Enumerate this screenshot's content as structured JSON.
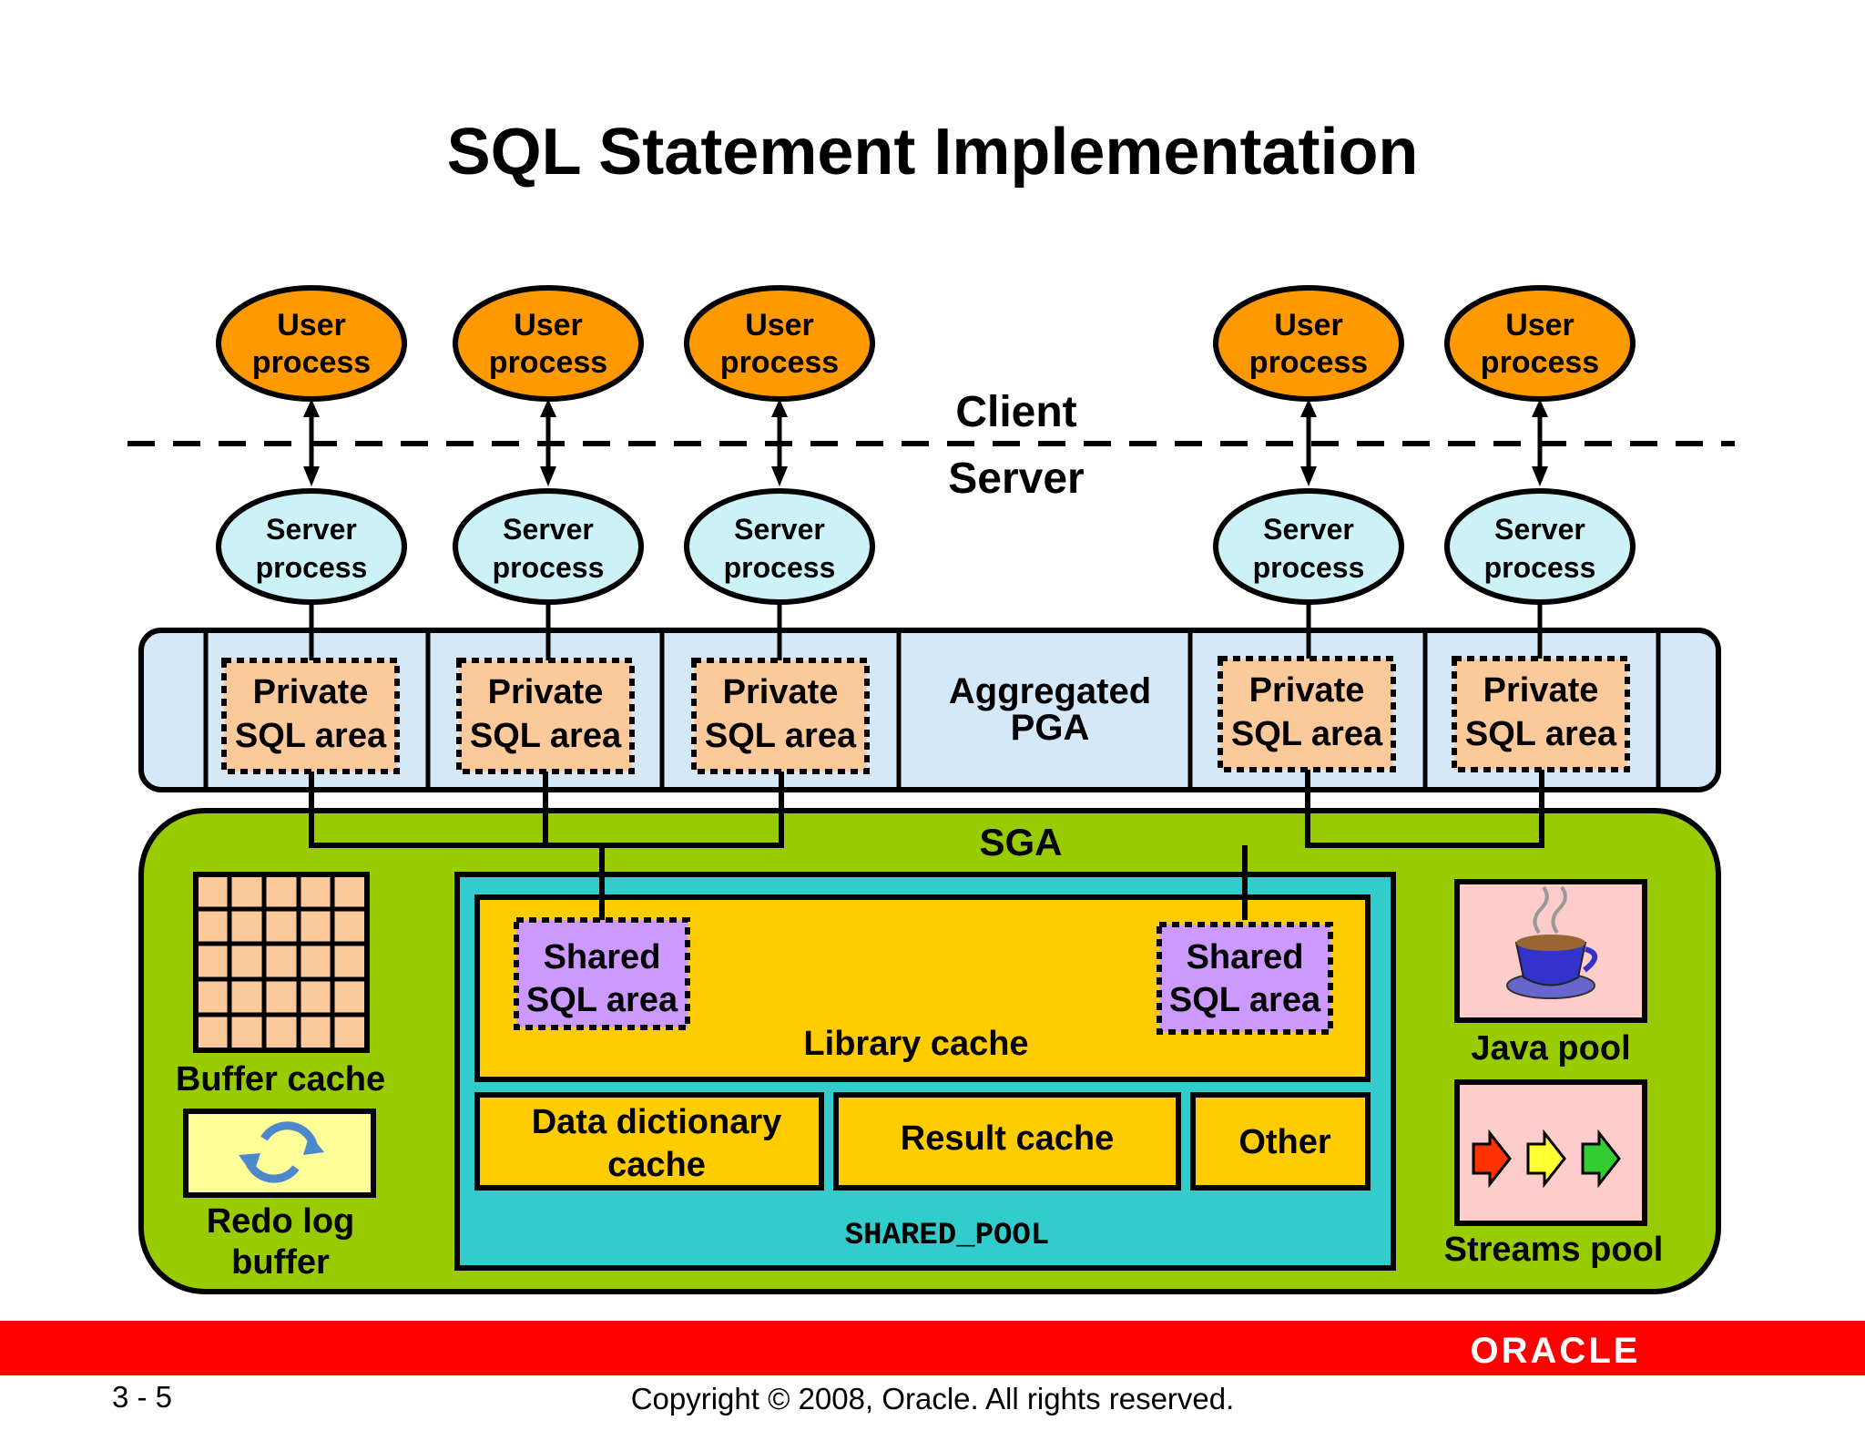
{
  "slide": {
    "title": "SQL Statement Implementation",
    "page_number": "3 - 5",
    "copyright": "Copyright © 2008, Oracle. All rights reserved.",
    "logo_text": "ORACLE"
  },
  "diagram": {
    "client_label": "Client",
    "server_label": "Server",
    "user_process": {
      "line1": "User",
      "line2": "process"
    },
    "server_process": {
      "line1": "Server",
      "line2": "process"
    },
    "private_sql_area": {
      "line1": "Private",
      "line2": "SQL area"
    },
    "aggregated_pga": {
      "line1": "Aggregated",
      "line2": "PGA"
    },
    "sga_label": "SGA",
    "buffer_cache": "Buffer cache",
    "redo_log_buffer": {
      "line1": "Redo log",
      "line2": "buffer"
    },
    "shared_sql_area": {
      "line1": "Shared",
      "line2": "SQL area"
    },
    "library_cache": "Library cache",
    "data_dictionary_cache": {
      "line1": "Data dictionary",
      "line2": "cache"
    },
    "result_cache": "Result cache",
    "other": "Other",
    "shared_pool": "SHARED_POOL",
    "java_pool": "Java pool",
    "streams_pool": "Streams pool",
    "colors": {
      "user_process": "#ff9900",
      "server_process": "#ccf2f7",
      "pga": "#d5e8f8",
      "private_sql": "#fcc99a",
      "sga": "#99cc00",
      "shared_pool": "#33cccc",
      "library_cache": "#ffcc00",
      "shared_sql": "#cc99ff",
      "java_streams_bg": "#ffcccc",
      "redo_bg": "#ffff99",
      "footer_bar": "#ff0000"
    }
  }
}
